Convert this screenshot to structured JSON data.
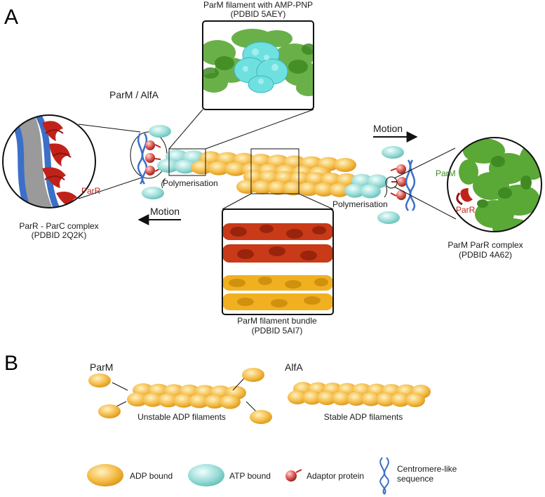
{
  "panels": {
    "a": "A",
    "b": "B"
  },
  "panel_a": {
    "top_inset_title": "ParM filament with AMP-PNP",
    "top_inset_id": "(PDBID 5AEY)",
    "parm_alfa": "ParM / AlfA",
    "left_inset_parr": "ParR",
    "left_caption_title": "ParR - ParC complex",
    "left_caption_id": "(PDBID 2Q2K)",
    "motion_left": "Motion",
    "motion_right": "Motion",
    "polymerisation_left": "Polymerisation",
    "polymerisation_right": "Polymerisation",
    "right_inset_parm": "ParM",
    "right_inset_parr": "ParR",
    "right_caption_title": "ParM ParR complex",
    "right_caption_id": "(PDBID 4A62)",
    "bundle_caption_title": "ParM filament bundle",
    "bundle_caption_id": "(PDBID 5AI7)"
  },
  "panel_b": {
    "parm_label": "ParM",
    "parm_caption": "Unstable ADP filaments",
    "alfa_label": "AlfA",
    "alfa_caption": "Stable ADP filaments"
  },
  "legend": {
    "adp": "ADP bound",
    "atp": "ATP bound",
    "adaptor": "Adaptor protein",
    "centromere_line1": "Centromere-like",
    "centromere_line2": "sequence"
  },
  "colors": {
    "adp": "#f1b33c",
    "atp": "#8fd9d4",
    "adaptor": "#d9534f",
    "dna": "#3b6fc9",
    "parr": "#c0221a",
    "parm_green": "#4f9a2c",
    "cyan_protein": "#6fe0e0",
    "orange_protein": "#f0b020"
  }
}
